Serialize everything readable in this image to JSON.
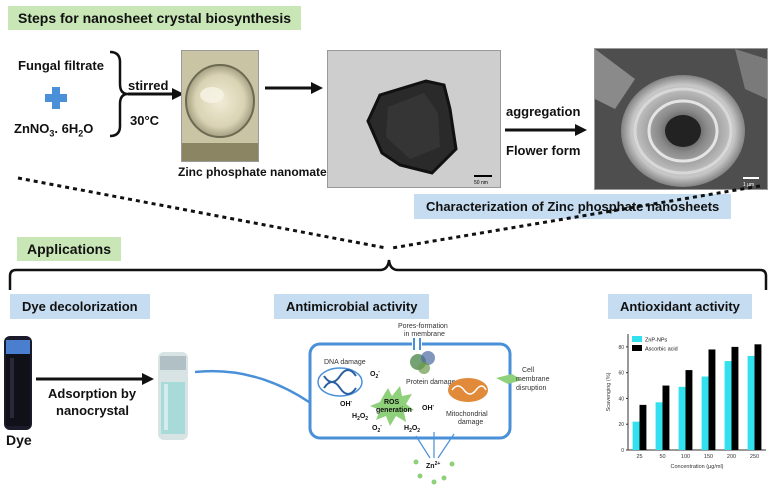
{
  "title": "Steps for nanosheet crystal biosynthesis",
  "synthesis": {
    "ingredient_1": "Fungal filtrate",
    "ingredient_2": "ZnNO",
    "ingredient_2_sub": "3",
    "ingredient_2_rest": ". 6H",
    "ingredient_2_sub2": "2",
    "ingredient_2_end": "O",
    "condition_1": "stirred",
    "condition_2": "30°C",
    "product_label": "Zinc phosphate nanomaterial",
    "aggregation_label": "aggregation",
    "flower_label": "Flower form",
    "tem_scale": "50 nm",
    "sem_scale": "1 µm"
  },
  "characterization_label": "Characterization of Zinc phosphate nanosheets",
  "applications_label": "Applications",
  "dye": {
    "header": "Dye decolorization",
    "arrow_label_1": "Adsorption by",
    "arrow_label_2": "nanocrystal",
    "dye_label": "Dye"
  },
  "antimicrobial": {
    "header": "Antimicrobial activity",
    "pores_1": "Pores-formation",
    "pores_2": "in membrane",
    "dna": "DNA damage",
    "protein": "Protein damage",
    "ros_1": "ROS",
    "ros_2": "generation",
    "mito_1": "Mitochondrial",
    "mito_2": "damage",
    "cell_1": "Cell",
    "cell_2": "membrane",
    "cell_3": "disruption",
    "oh": "OH",
    "o2": "O",
    "h2o2": "H",
    "zn": "Zn"
  },
  "antioxidant": {
    "header": "Antioxidant activity"
  },
  "chart_data": {
    "type": "bar",
    "categories": [
      "25",
      "50",
      "100",
      "150",
      "200",
      "250"
    ],
    "series": [
      {
        "name": "ZnP-NPs",
        "values": [
          22,
          37,
          49,
          57,
          69,
          73
        ],
        "color": "#33e0ee"
      },
      {
        "name": "Ascorbic acid",
        "values": [
          35,
          50,
          62,
          78,
          80,
          82
        ],
        "color": "#000000"
      }
    ],
    "xlabel": "Concentration (µg/ml)",
    "ylabel": "Scavenging (%)",
    "ylim": [
      0,
      90
    ],
    "yticks": [
      0,
      20,
      40,
      60,
      80
    ],
    "legend": "top-left"
  }
}
